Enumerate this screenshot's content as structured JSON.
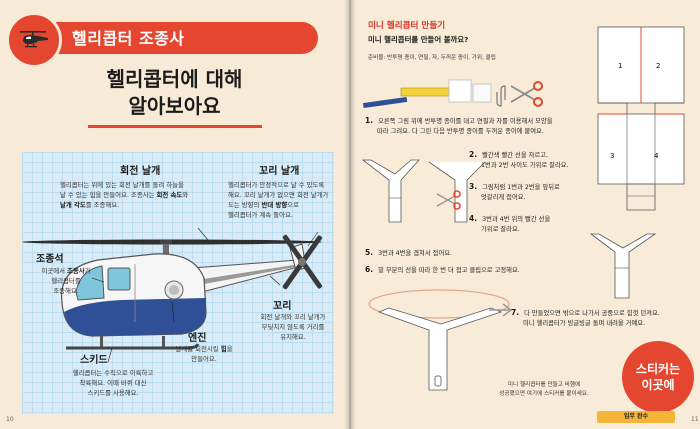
{
  "left": {
    "header_title": "헬리콥터 조종사",
    "main_title_1": "헬리콥터에 대해",
    "main_title_2": "알아보아요",
    "labels": {
      "rotor": {
        "title": "회전 날개",
        "l1": "헬리콥터는 위에 있는 회전 날개를 돌려 하늘을",
        "l2a": "날 수 있는 힘을 만들어요. 조종사는 ",
        "l2b": "회전 속도",
        "l2c": "와",
        "l3a": "날개 각도",
        "l3b": "를 조종해요."
      },
      "tail_rotor": {
        "title": "꼬리 날개",
        "l1": "헬리콥터가 안정적으로 날 수 있도록",
        "l2": "해요. 꼬리 날개가 없으면 회전 날개가",
        "l3a": "도는 방향의 ",
        "l3b": "반대 방향",
        "l3c": "으로",
        "l4": "헬리콥터가 계속 돌아요."
      },
      "cockpit": {
        "title": "조종석",
        "l1a": "이곳에서 ",
        "l1b": "조종사",
        "l1c": "가",
        "l2": "헬리콥터를",
        "l3": "조종해요."
      },
      "tail": {
        "title": "꼬리",
        "l1": "회전 날개와 꼬리 날개가",
        "l2": "부딪치지 않도록 거리를",
        "l3": "유지해요."
      },
      "engine": {
        "title": "엔진",
        "l1a": "날개를 회전시킬 ",
        "l1b": "힘",
        "l1c": "을",
        "l2": "만들어요."
      },
      "skid": {
        "title": "스키드",
        "l1": "헬리콥터는 수직으로 이륙하고",
        "l2": "착륙해요. 이때 바퀴 대신",
        "l3": "스키드를 사용해요."
      }
    },
    "page_number": "10"
  },
  "right": {
    "title": "미니 헬리콥터 만들기",
    "subtitle": "미니 헬리콥터를 만들어 볼까요?",
    "materials": "준비물: 반투명 종이, 연필, 자, 두꺼운 종이, 가위, 클립",
    "steps": [
      {
        "n": "1.",
        "l1": "오른쪽 그림 위에 반투명 종이를 대고 연필과 자를 이용해서 모양을",
        "l2": "따라 그려요. 다 그린 다음 반투명 종이를 두꺼운 종이에 붙여요."
      },
      {
        "n": "2.",
        "l1": "빨간색 빨간 선을 자르고,",
        "l2": "1번과 2번 사이도 가위로 잘라요."
      },
      {
        "n": "3.",
        "l1": "그림처럼 1번과 2번을 앞뒤로",
        "l2": "엇갈리게 접어요."
      },
      {
        "n": "4.",
        "l1": "3번과 4번 위의 빨간 선을",
        "l2": "가위로 잘라요."
      },
      {
        "n": "5.",
        "l1": "3번과 4번을 겹쳐서 접어요.",
        "l2": ""
      },
      {
        "n": "6.",
        "l1": "밑 부분의 선을 따라 한 번 더 접고 클립으로 고정해요.",
        "l2": ""
      },
      {
        "n": "7.",
        "l1": "다 만들었으면 밖으로 나가서 공중으로 힘껏 던져요.",
        "l2": "미니 헬리콥터가 빙글빙글 돌며 내려올 거예요."
      }
    ],
    "template_labels": [
      "1",
      "2",
      "3",
      "4"
    ],
    "sticker_1": "스티커는",
    "sticker_2": "이곳에",
    "sticker_note_1": "미니 헬리콥터를 만들고 비행에",
    "sticker_note_2": "성공했으면 여기에 스티커를 붙이세요.",
    "sticker_tag": "임무 완수",
    "page_number": "11"
  }
}
